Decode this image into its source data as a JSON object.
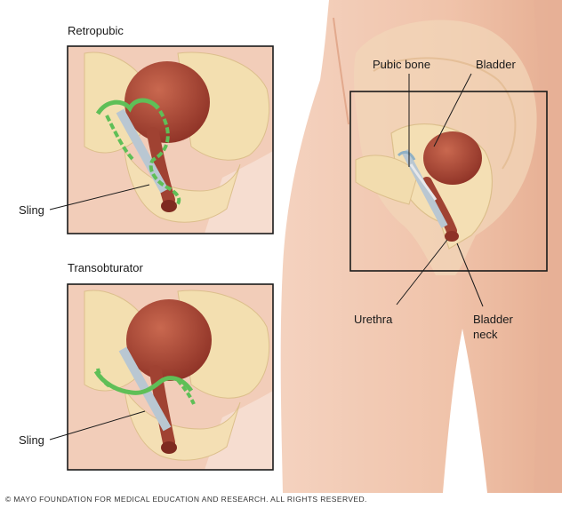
{
  "panels": {
    "retropubic": {
      "title": "Retropubic",
      "sling_label": "Sling"
    },
    "transobturator": {
      "title": "Transobturator",
      "sling_label": "Sling"
    }
  },
  "anatomy": {
    "pubic_bone": "Pubic bone",
    "bladder": "Bladder",
    "urethra": "Urethra",
    "bladder_neck_line1": "Bladder",
    "bladder_neck_line2": "neck"
  },
  "copyright": "© MAYO FOUNDATION FOR MEDICAL EDUCATION AND RESEARCH. ALL RIGHTS RESERVED.",
  "colors": {
    "skin": "#f1c5ad",
    "skin_shadow": "#e3a98d",
    "bone": "#f3dfb0",
    "bladder": "#b14e3b",
    "sling": "#5fbf57",
    "ligament": "#b9c7d2"
  }
}
